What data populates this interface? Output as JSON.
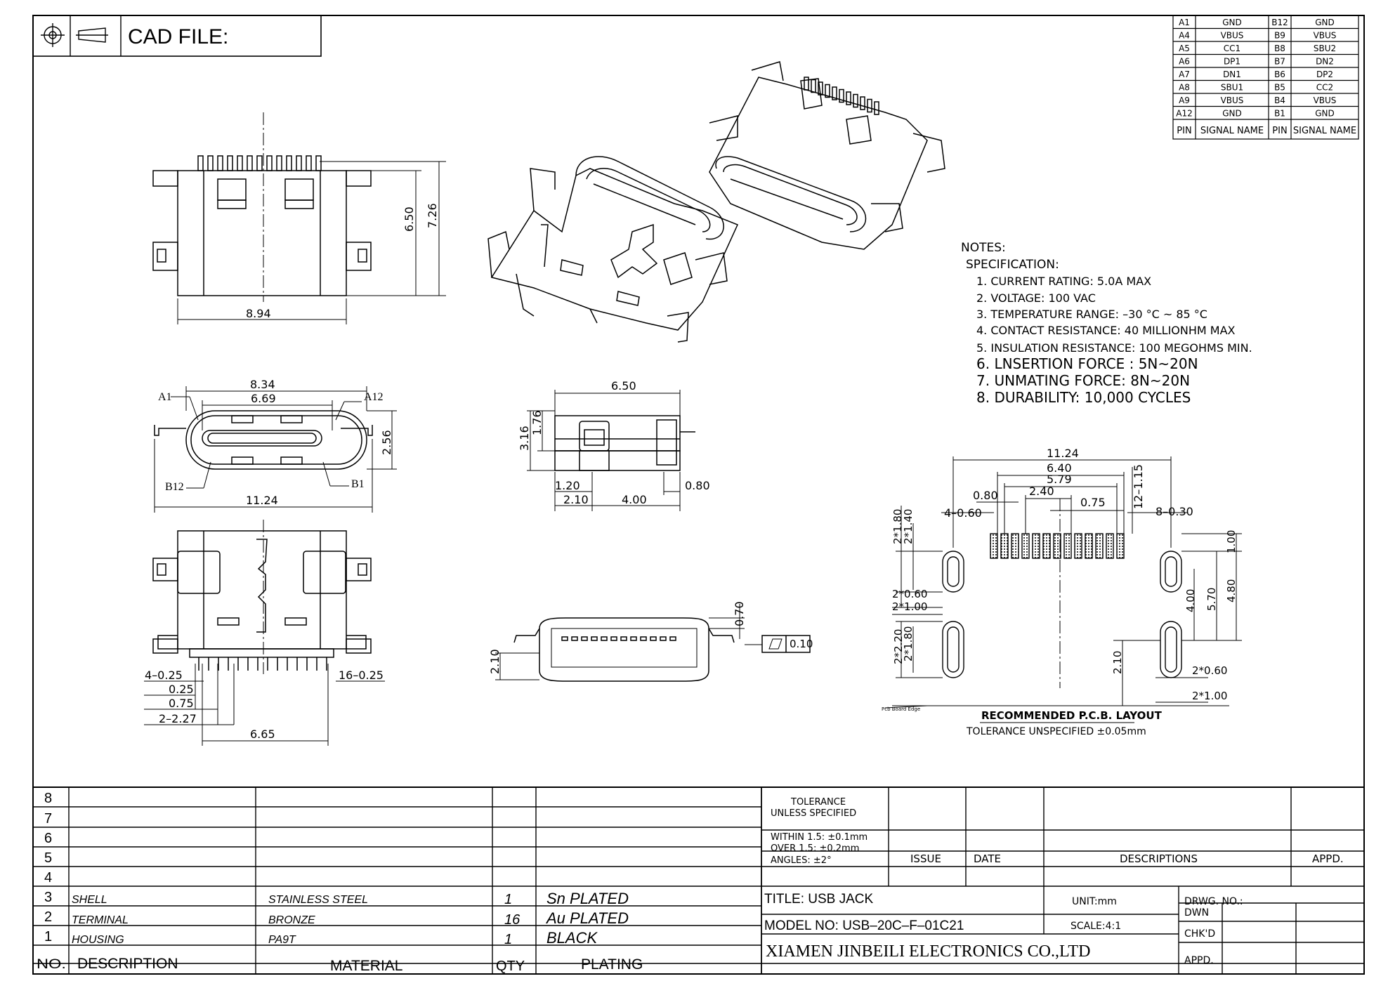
{
  "header": {
    "cad_file_label": "CAD FILE:"
  },
  "pin_table": {
    "rows": [
      [
        "A1",
        "GND",
        "B12",
        "GND"
      ],
      [
        "A4",
        "VBUS",
        "B9",
        "VBUS"
      ],
      [
        "A5",
        "CC1",
        "B8",
        "SBU2"
      ],
      [
        "A6",
        "DP1",
        "B7",
        "DN2"
      ],
      [
        "A7",
        "DN1",
        "B6",
        "DP2"
      ],
      [
        "A8",
        "SBU1",
        "B5",
        "CC2"
      ],
      [
        "A9",
        "VBUS",
        "B4",
        "VBUS"
      ],
      [
        "A12",
        "GND",
        "B1",
        "GND"
      ]
    ],
    "header": [
      "PIN",
      "SIGNAL NAME",
      "PIN",
      "SIGNAL NAME"
    ]
  },
  "notes": {
    "title": "NOTES:",
    "spec": "SPECIFICATION:",
    "items": [
      "1. CURRENT RATING: 5.0A MAX",
      "2. VOLTAGE: 100 VAC",
      "3. TEMPERATURE RANGE: –30 °C ~ 85 °C",
      "4. CONTACT RESISTANCE: 40 MILLIONHM MAX",
      "5. INSULATION RESISTANCE: 100 MEGOHMS MIN.",
      "6. LNSERTION FORCE : 5N~20N",
      "7. UNMATING FORCE: 8N~20N",
      "8. DURABILITY:  10,000 CYCLES"
    ]
  },
  "dims": {
    "top_width": "8.94",
    "top_h1": "6.50",
    "top_h2": "7.26",
    "front_w1": "8.34",
    "front_w2": "6.69",
    "front_w3": "11.24",
    "front_h": "2.56",
    "pin_a1": "A1",
    "pin_a12": "A12",
    "pin_b12": "B12",
    "pin_b1": "B1",
    "side_w": "6.50",
    "side_h1": "3.16",
    "side_h2": "1.76",
    "side_b1": "1.20",
    "side_b2": "0.80",
    "side_b3": "2.10",
    "side_b4": "4.00",
    "bot_l1": "4–0.25",
    "bot_r1": "16–0.25",
    "bot_l2": "0.25",
    "bot_l3": "0.75",
    "bot_l4": "2–2.27",
    "bot_w": "6.65",
    "end_h1": "0.70",
    "end_h2": "2.10",
    "flat_tol": "0.10",
    "pcb_w1": "11.24",
    "pcb_w2": "6.40",
    "pcb_w3": "5.79",
    "pcb_w4": "2.40",
    "pcb_w5": "0.80",
    "pcb_w6": "0.75",
    "pcb_l": "4–0.60",
    "pcb_r": "8–0.30",
    "pcb_v1": "12–1.15",
    "pcb_a": "2*1.80",
    "pcb_b": "2*1.40",
    "pcb_c": "2*0.60",
    "pcb_d": "2*1.00",
    "pcb_e": "2*2.20",
    "pcb_f": "2*1.80",
    "pcb_g": "2.10",
    "pcb_h": "2*0.60",
    "pcb_i": "2*1.00",
    "pcb_r1": "1.00",
    "pcb_r2": "4.00",
    "pcb_r3": "5.70",
    "pcb_r4": "4.80",
    "pcb_edge": "Pcb Board Edge",
    "pcb_title": "RECOMMENDED  P.C.B. LAYOUT",
    "pcb_tol": "TOLERANCE UNSPECIFIED ±0.05mm"
  },
  "bom": {
    "row_nums": [
      "8",
      "7",
      "6",
      "5",
      "4",
      "3",
      "2",
      "1"
    ],
    "rows": [
      {
        "no": "3",
        "desc": "SHELL",
        "material": "STAINLESS STEEL",
        "qty": "1",
        "plating": "Sn PLATED"
      },
      {
        "no": "2",
        "desc": "TERMINAL",
        "material": "BRONZE",
        "qty": "16",
        "plating": "Au PLATED"
      },
      {
        "no": "1",
        "desc": "HOUSING",
        "material": "PA9T",
        "qty": "1",
        "plating": "BLACK"
      }
    ],
    "head": {
      "no": "NO.",
      "desc": "DESCRIPTION",
      "material": "MATERIAL",
      "qty": "QTY",
      "plating": "PLATING"
    }
  },
  "title_block": {
    "tol_title": "TOLERANCE",
    "tol_sub": "UNLESS SPECIFIED",
    "tol_1": "WITHIN 1.5: ±0.1mm",
    "tol_2": "OVER 1.5:  ±0.2mm",
    "tol_3": "ANGLES: ±2°",
    "issue": "ISSUE",
    "date": "DATE",
    "descriptions": "DESCRIPTIONS",
    "appd": "APPD.",
    "title": "TITLE:  USB  JACK",
    "unit": "UNIT:mm",
    "drwg": "DRWG. NO.:",
    "model": "MODEL  NO: USB–20C–F–01C21",
    "scale": "SCALE:4:1",
    "dwn": "DWN",
    "chkd": "CHK'D",
    "appd2": "APPD.",
    "company": "XIAMEN JINBEILI ELECTRONICS CO.,LTD"
  }
}
